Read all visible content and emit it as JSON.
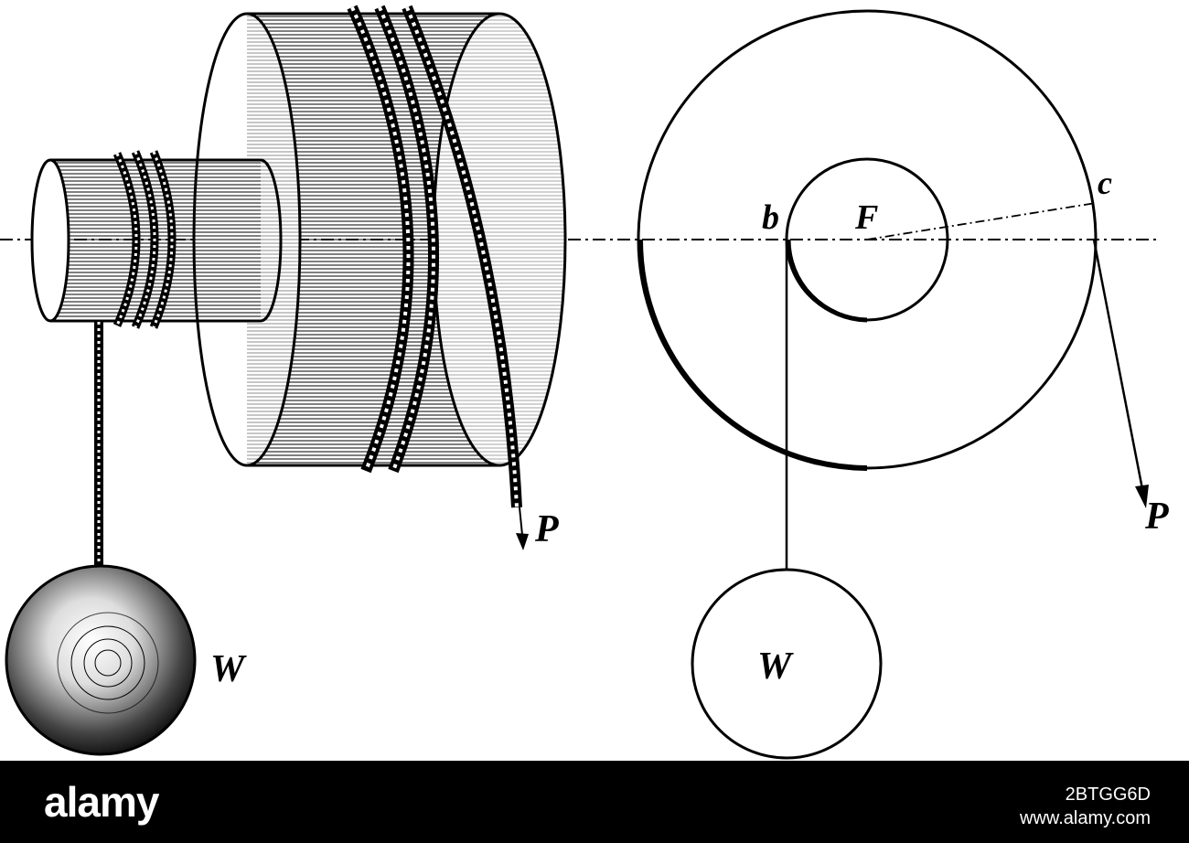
{
  "figure": {
    "labels": {
      "P_left": "P",
      "W_left": "W",
      "b": "b",
      "F": "F",
      "c": "c",
      "P_right": "P",
      "W_right": "W"
    }
  },
  "footer": {
    "logo": "alamy",
    "image_id": "2BTGG6D",
    "site": "www.alamy.com"
  },
  "colors": {
    "ink": "#000000",
    "paper": "#ffffff",
    "footer_bg": "#000000",
    "footer_text": "#ffffff"
  }
}
